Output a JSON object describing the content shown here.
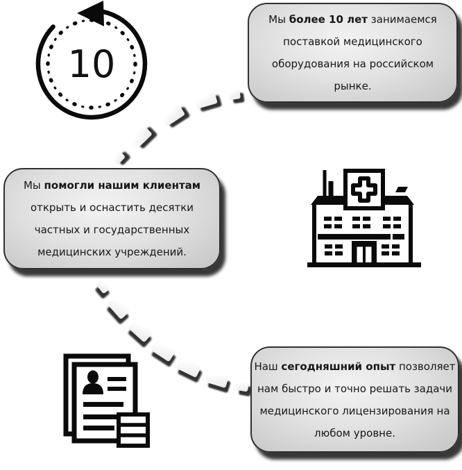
{
  "title": "Medical licensing experience infographic",
  "colors": {
    "background": "#ffffff",
    "icon_black": "#0a0a0a",
    "box_border": "#2f2f2f",
    "box_gradient_light": "#f3f3f3",
    "box_gradient_dark": "#c5c5c5",
    "text": "#161616",
    "dash_fill": "#ffffff"
  },
  "clock": {
    "icon": "clock-rewind-icon",
    "value": "10"
  },
  "boxes": [
    {
      "id": "experience",
      "lines": [
        "Мы **более 10 лет** занимаемся",
        "поставкой медицинского",
        "оборудования на российском",
        "рынке."
      ]
    },
    {
      "id": "clients",
      "lines": [
        "Мы **помогли нашим клиентам**",
        "открыть и оснастить десятки",
        "частных и государственных",
        "медицинских учреждений."
      ]
    },
    {
      "id": "licensing",
      "lines": [
        "Наш **сегодняшний опыт** позволяет",
        "нам быстро и точно решать задачи",
        "медицинского лицензирования на",
        "любом уровне."
      ]
    }
  ],
  "icons": [
    {
      "name": "clock-rewind-icon",
      "meaning": "more than 10 years"
    },
    {
      "name": "hospital-building-icon",
      "meaning": "medical institutions"
    },
    {
      "name": "documents-icon",
      "meaning": "licensing documents"
    }
  ]
}
